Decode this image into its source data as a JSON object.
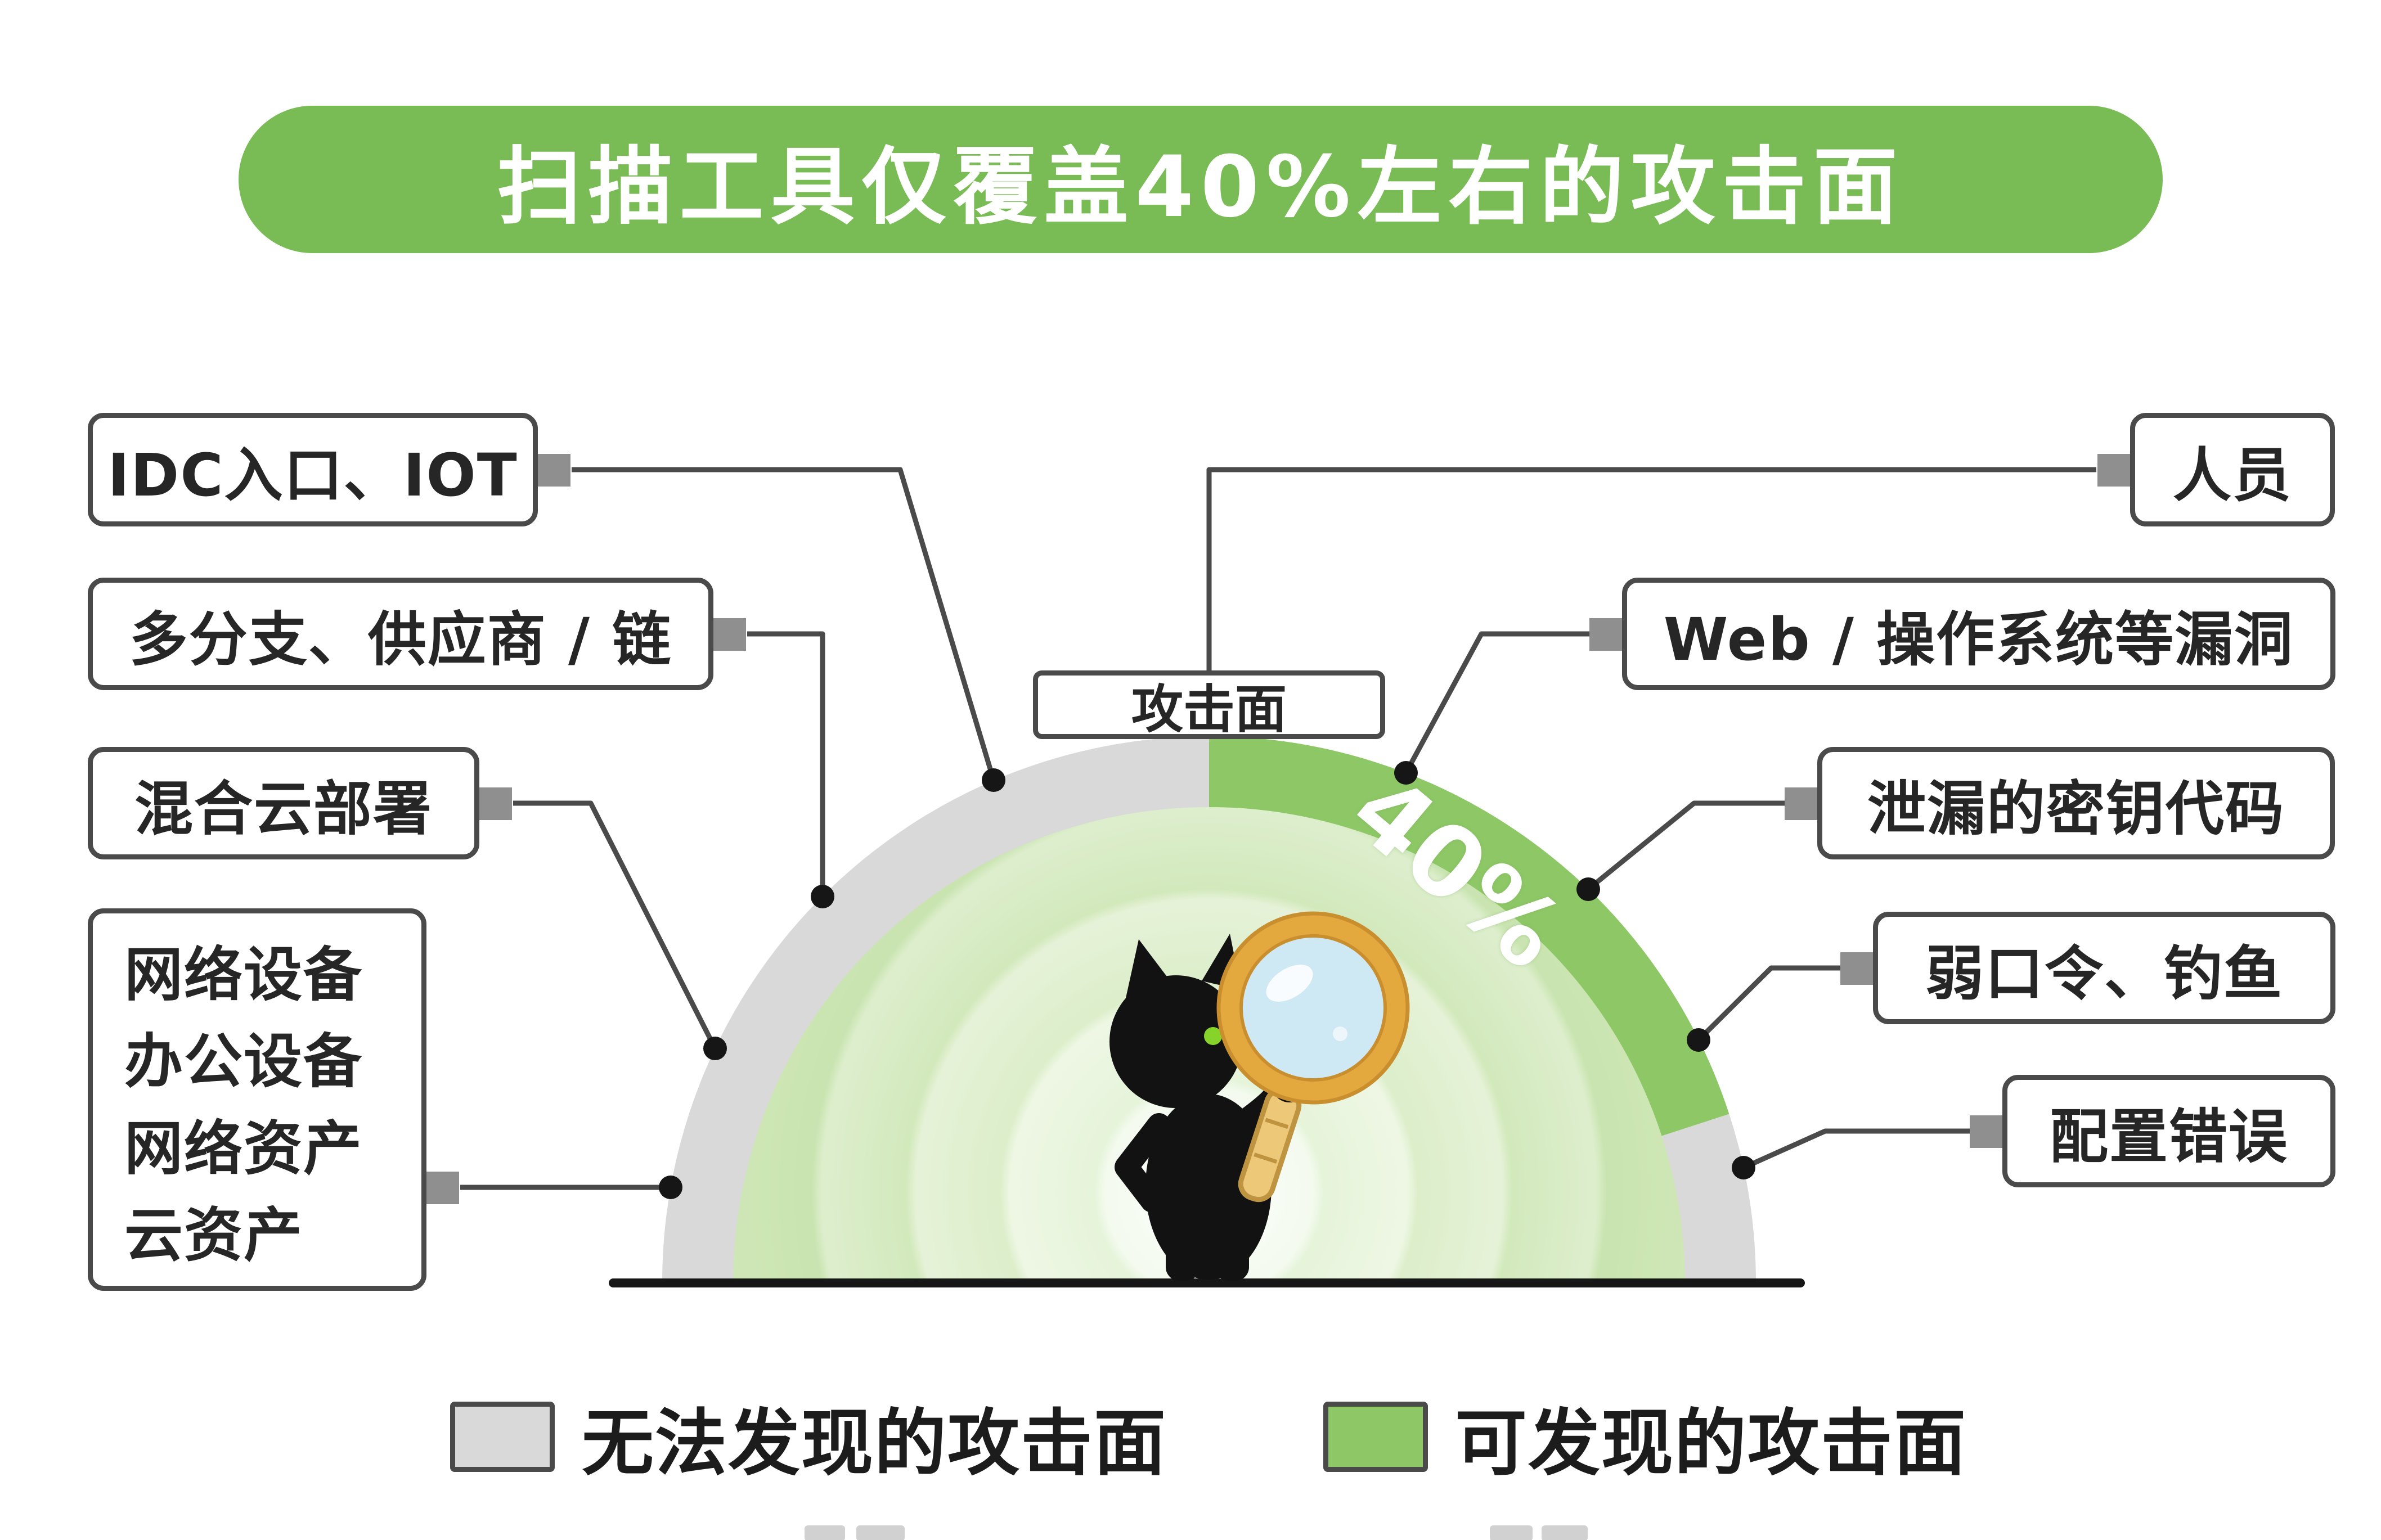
{
  "title": {
    "text": "扫描工具仅覆盖40%左右的攻击面"
  },
  "gauge": {
    "center_label": "攻击面",
    "percent_label": "40%"
  },
  "callouts": {
    "left": [
      {
        "label": "IDC入口、IOT"
      },
      {
        "label": "多分支、供应商 / 链"
      },
      {
        "label": "混合云部署"
      },
      {
        "lines": [
          "网络设备",
          "办公设备",
          "网络资产",
          "云资产"
        ]
      }
    ],
    "right": [
      {
        "label": "人员"
      },
      {
        "label": "Web / 操作系统等漏洞"
      },
      {
        "label": "泄漏的密钥代码"
      },
      {
        "label": "弱口令、钓鱼"
      },
      {
        "label": "配置错误"
      }
    ]
  },
  "legend": {
    "undiscovered": {
      "label": "无法发现的攻击面",
      "color": "#d9d9d9"
    },
    "discovered": {
      "label": "可发现的攻击面",
      "color": "#8dc766"
    }
  },
  "colors": {
    "banner_green": "#79bc55",
    "covered_green": "#8dc766",
    "uncovered_gray": "#d9d9d9",
    "outline_dark": "#4a4a4a"
  }
}
